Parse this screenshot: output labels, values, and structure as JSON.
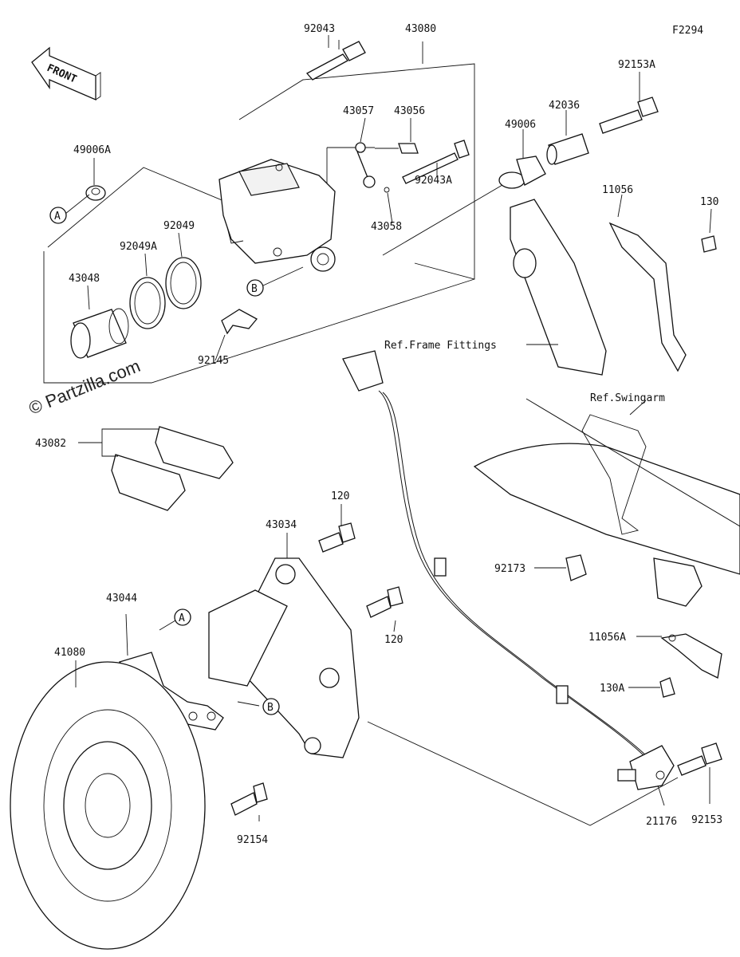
{
  "figure_code": "F2294",
  "front_arrow_text": "FRONT",
  "watermark": "© Partzilla.com",
  "refs": {
    "frame": "Ref.Frame Fittings",
    "swingarm": "Ref.Swingarm"
  },
  "markers": [
    "A",
    "B",
    "B",
    "A"
  ],
  "parts": {
    "p92043": "92043",
    "p43080": "43080",
    "p43057": "43057",
    "p43056": "43056",
    "p49006": "49006",
    "p42036": "42036",
    "p92153A": "92153A",
    "p49006A": "49006A",
    "p92049": "92049",
    "p92049A": "92049A",
    "p43048": "43048",
    "p43058": "43058",
    "p92043A": "92043A",
    "p11056": "11056",
    "p130": "130",
    "p92145": "92145",
    "p43082": "43082",
    "p120a": "120",
    "p43034": "43034",
    "p43044": "43044",
    "p120b": "120",
    "p41080": "41080",
    "p92173": "92173",
    "p11056A": "11056A",
    "p130A": "130A",
    "p92154": "92154",
    "p21176": "21176",
    "p92153": "92153"
  }
}
